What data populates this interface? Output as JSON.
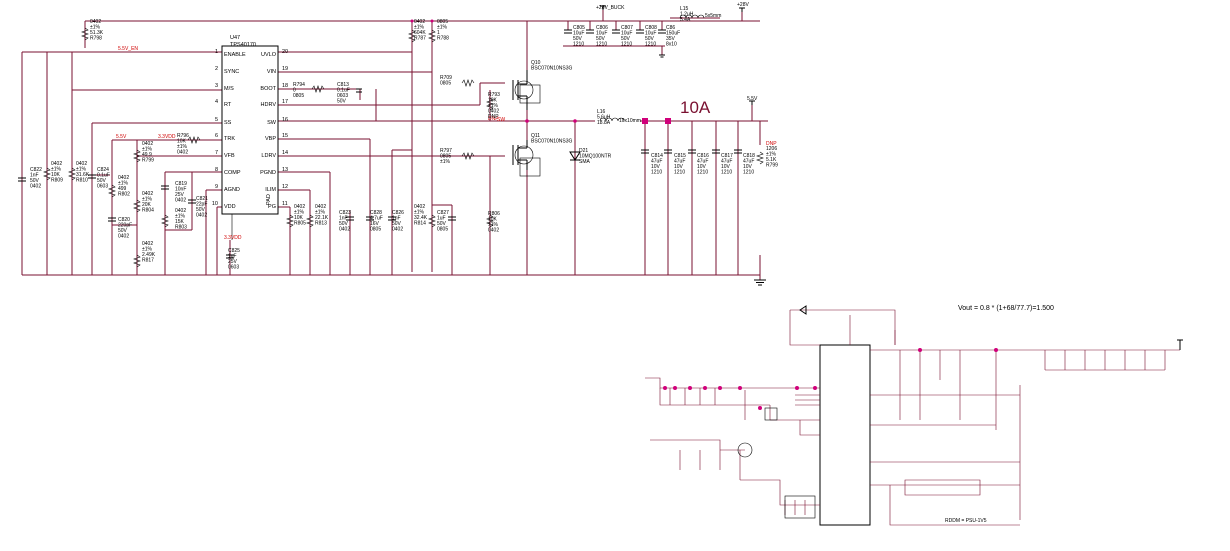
{
  "ic_u47": {
    "ref": "U47",
    "part": "TPS40170",
    "pad": "PAD",
    "left_pins": [
      {
        "num": "1",
        "name": "ENABLE"
      },
      {
        "num": "2",
        "name": "SYNC"
      },
      {
        "num": "3",
        "name": "M/S"
      },
      {
        "num": "4",
        "name": "RT"
      },
      {
        "num": "5",
        "name": "SS"
      },
      {
        "num": "6",
        "name": "TRK"
      },
      {
        "num": "7",
        "name": "VFB"
      },
      {
        "num": "8",
        "name": "COMP"
      },
      {
        "num": "9",
        "name": "AGND"
      },
      {
        "num": "10",
        "name": "VDD"
      }
    ],
    "right_pins": [
      {
        "num": "20",
        "name": "UVLO"
      },
      {
        "num": "19",
        "name": "VIN"
      },
      {
        "num": "18",
        "name": "BOOT"
      },
      {
        "num": "17",
        "name": "HDRV"
      },
      {
        "num": "16",
        "name": "SW"
      },
      {
        "num": "15",
        "name": "VBP"
      },
      {
        "num": "14",
        "name": "LDRV"
      },
      {
        "num": "13",
        "name": "PGND"
      },
      {
        "num": "12",
        "name": "ILIM"
      },
      {
        "num": "11",
        "name": "PG"
      }
    ]
  },
  "net_labels": {
    "en": "5.5V_EN",
    "v5_trk": "5.5V",
    "v33_trk": "3.3VDD",
    "v33_vdd": "3.3VDD",
    "boot": "BOOT",
    "sw": "SW",
    "buck": "+28V_BUCK",
    "in28": "+28V",
    "out": "5.5V",
    "dnp": "DNP",
    "lsw": "LSW"
  },
  "current_label": "10A",
  "vout_formula": "Vout = 0.8 * (1+68/77.7)=1.500",
  "footer_note": "RDDM = PSU-1V5",
  "components": {
    "r798": [
      "0402",
      "±1%",
      "51.3K",
      "R798"
    ],
    "r787": [
      "0402",
      "±1%",
      "604K",
      "R787"
    ],
    "r788": [
      "0805",
      "±1%",
      "1",
      "R788"
    ],
    "c805": [
      "C805",
      "10uF",
      "50V",
      "1210"
    ],
    "c806": [
      "C806",
      "10uF",
      "50V",
      "1210"
    ],
    "c807": [
      "C807",
      "10uF",
      "50V",
      "1210"
    ],
    "c808": [
      "C808",
      "10uF",
      "50V",
      "1210"
    ],
    "c86": [
      "C86",
      "150uF",
      "35V",
      "8x10"
    ],
    "l15": [
      "L15",
      "1.2uH",
      "5.4A"
    ],
    "l15_size": "5x5mm",
    "r794": [
      "R794",
      "0",
      "0805"
    ],
    "c813": [
      "C813",
      "0.1uF",
      "0603",
      "50V"
    ],
    "r709": [
      "R709",
      "0805"
    ],
    "r793": [
      "R793",
      "10K",
      "±1%",
      "0402",
      "DNP"
    ],
    "q10": [
      "Q10",
      "BSC070N10NS3G"
    ],
    "q11": [
      "Q11",
      "BSC070N10NS3G"
    ],
    "l16": [
      "L16",
      "5.6uH",
      "18.8A"
    ],
    "l16_size": "10x10mm",
    "r796": [
      "R796",
      "10K",
      "±1%",
      "0402"
    ],
    "r797": [
      "R797",
      "0805",
      "±1%"
    ],
    "d21": [
      "D21",
      "10MQ100NTR",
      "SMA"
    ],
    "c814": [
      "C814",
      "47uF",
      "10V",
      "1210"
    ],
    "c815": [
      "C815",
      "47uF",
      "10V",
      "1210"
    ],
    "c816": [
      "C816",
      "47uF",
      "10V",
      "1210"
    ],
    "c817": [
      "C817",
      "47uF",
      "10V",
      "1210"
    ],
    "c818": [
      "C818",
      "47uF",
      "10V",
      "1210"
    ],
    "r799_out": [
      "1206",
      "±1%",
      "5.1K",
      "R799"
    ],
    "c822": [
      "C822",
      "1nF",
      "50V",
      "0402"
    ],
    "r809": [
      "0402",
      "±1%",
      "10K",
      "R809"
    ],
    "r810": [
      "0402",
      "±1%",
      "31.6K",
      "R810"
    ],
    "c824": [
      "C824",
      "0.1uF",
      "50V",
      "0603"
    ],
    "r799": [
      "0402",
      "±1%",
      "49.9",
      "R799"
    ],
    "r802": [
      "0402",
      "±1%",
      "499",
      "R802"
    ],
    "c820": [
      "C820",
      "220pF",
      "50V",
      "0402"
    ],
    "r804": [
      "0402",
      "±1%",
      "20K",
      "R804"
    ],
    "c819": [
      "C819",
      "10nF",
      "25V",
      "0402"
    ],
    "r803": [
      "0402",
      "±1%",
      "15K",
      "R803"
    ],
    "c821": [
      "C821",
      "22pF",
      "50V",
      "0402"
    ],
    "r817": [
      "0402",
      "±1%",
      "2.49K",
      "R817"
    ],
    "c825": [
      "C825",
      "1uF",
      "25V",
      "0603"
    ],
    "r805": [
      "0402",
      "±1%",
      "10K",
      "R805"
    ],
    "r813": [
      "0402",
      "±1%",
      "22.1K",
      "R813"
    ],
    "c823": [
      "C823",
      "1nF",
      "50V",
      "0402"
    ],
    "c828": [
      "C828",
      "4.7uF",
      "16V",
      "0805"
    ],
    "c826": [
      "C826",
      "1nF",
      "50V",
      "0402"
    ],
    "r814": [
      "0402",
      "±1%",
      "32.4K",
      "R814"
    ],
    "c827": [
      "C827",
      "1uF",
      "50V",
      "0805"
    ],
    "r806": [
      "R806",
      "10K",
      "±1%",
      "0402"
    ]
  },
  "colors": {
    "wire": "#7a1030",
    "net_text": "#d00000",
    "junction": "#d0007a"
  }
}
